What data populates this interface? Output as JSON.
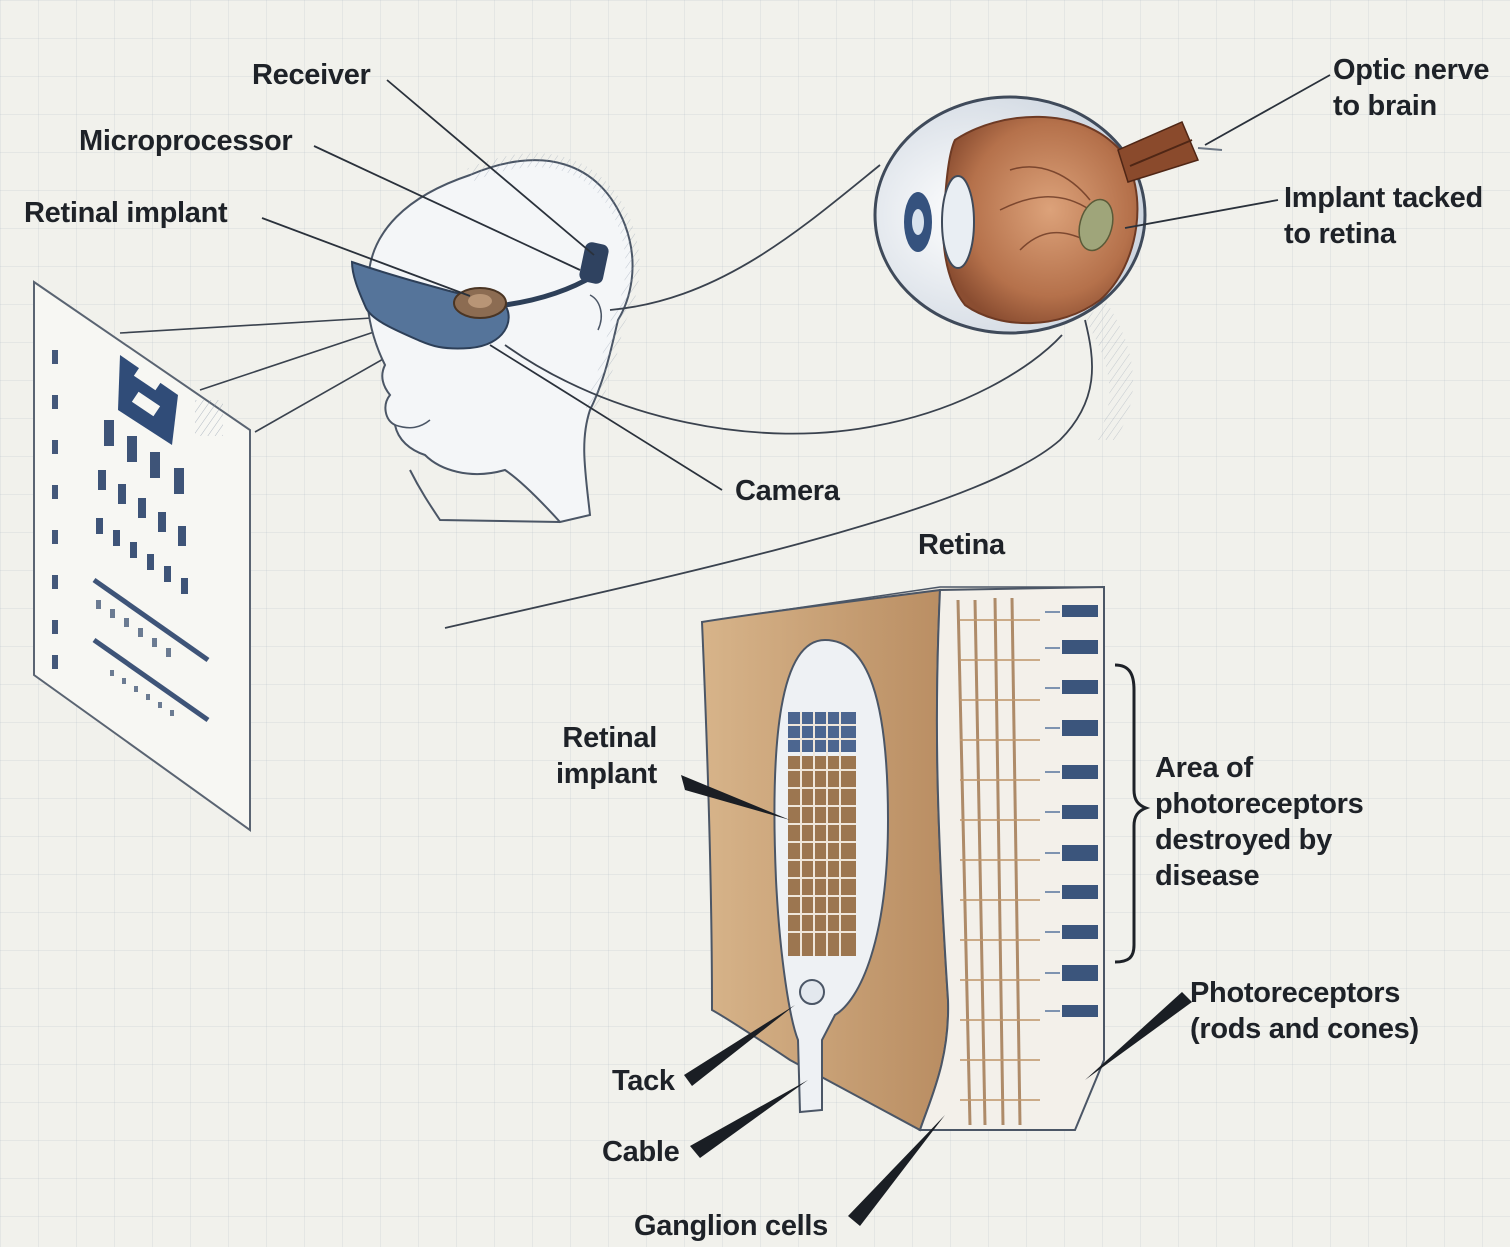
{
  "figure": {
    "labels": {
      "receiver": "Receiver",
      "microprocessor": "Microprocessor",
      "retinal_implant_top": "Retinal implant",
      "camera": "Camera",
      "optic_nerve": [
        "Optic nerve",
        "to brain"
      ],
      "implant_tacked": [
        "Implant tacked",
        "to retina"
      ],
      "retina": "Retina",
      "retinal_implant_detail": [
        "Retinal",
        "implant"
      ],
      "area_of_photoreceptors": [
        "Area of",
        "photoreceptors",
        "destroyed by",
        "disease"
      ],
      "photoreceptors": [
        "Photoreceptors",
        "(rods and cones)"
      ],
      "tack": "Tack",
      "cable": "Cable",
      "ganglion_cells": "Ganglion cells"
    },
    "colors": {
      "ink": "#1e2228",
      "tissue": "#cfa87c",
      "eyeball": "#b06a45",
      "lens_blue": "#55749a",
      "implant_grid": "#9c7650",
      "nerve": "#8a4a2c"
    }
  }
}
